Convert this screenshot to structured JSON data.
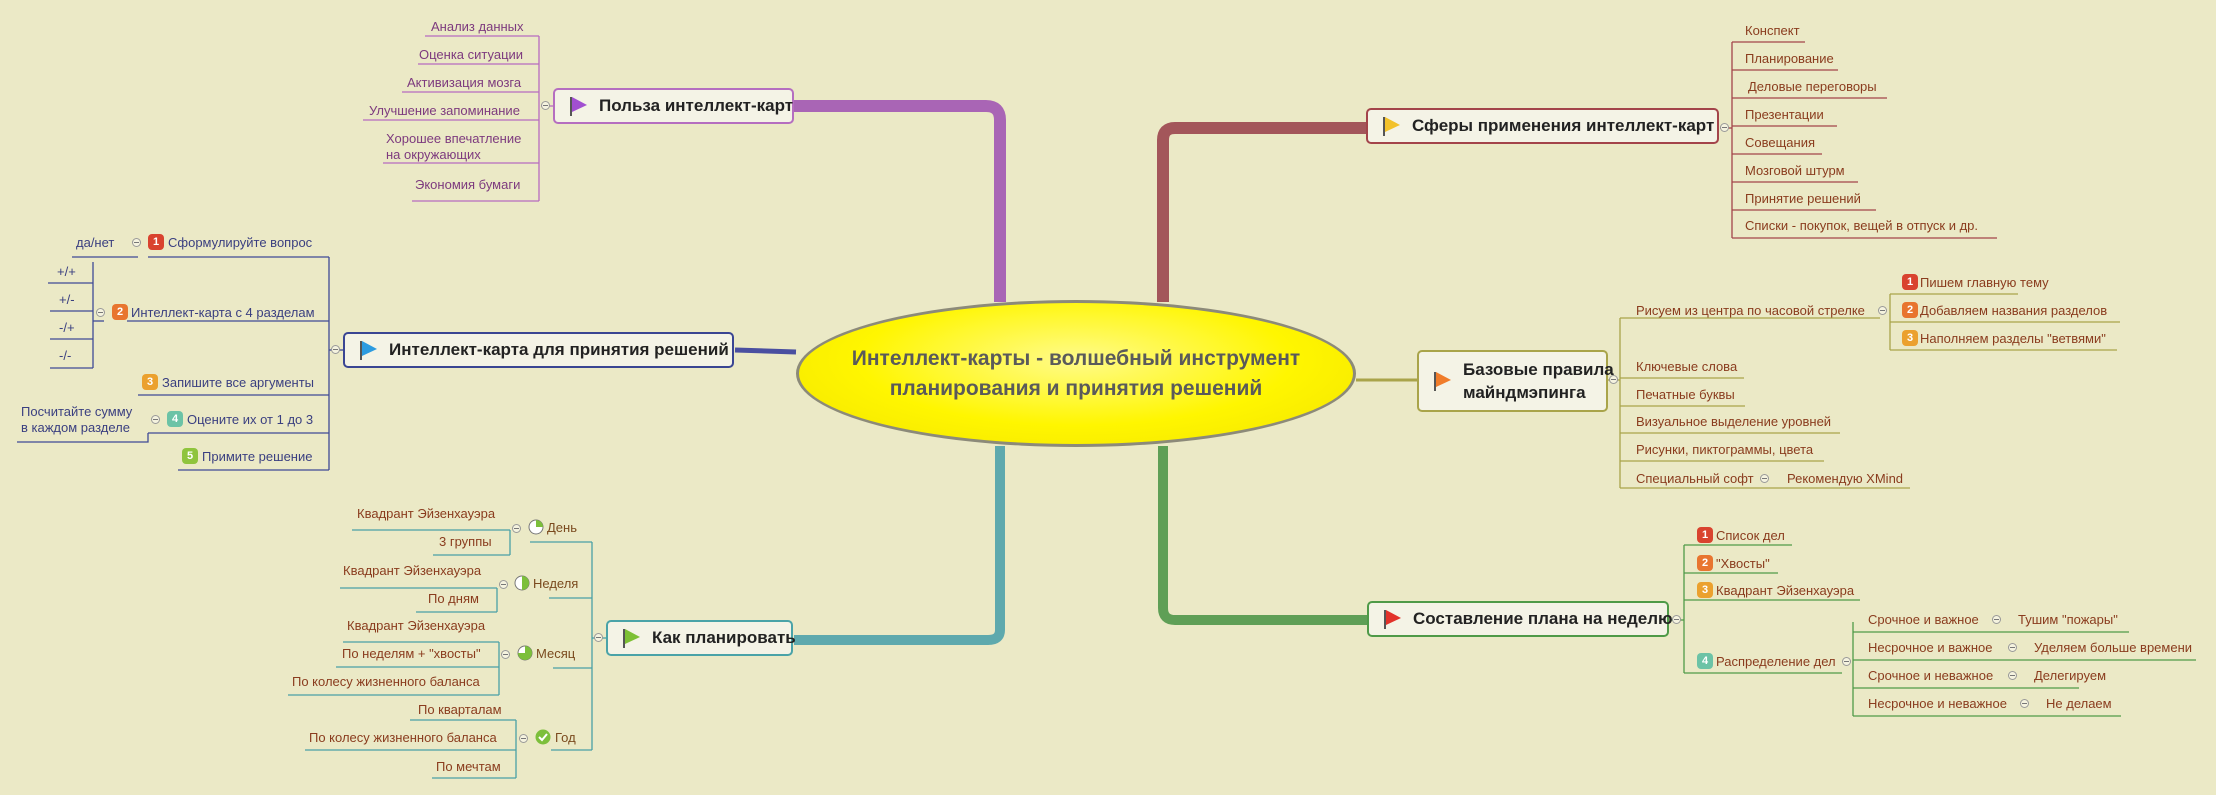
{
  "center": "Интеллект-карты - волшебный инструмент планирования и принятия решений",
  "benefits": {
    "title": "Польза интеллект-карт",
    "items": [
      "Анализ данных",
      "Оценка ситуации",
      "Активизация мозга",
      "Улучшение запоминание",
      "Хорошее впечатление",
      "на окружающих",
      "Экономия бумаги"
    ]
  },
  "decision": {
    "title": "Интеллект-карта для принятия решений",
    "q1": "Сформулируйте вопрос",
    "q1_left": "да/нет",
    "q2": "Интеллект-карта с 4 разделам",
    "q2_items": [
      "+/+",
      "+/-",
      "-/+",
      "-/-"
    ],
    "q3": "Запишите все аргументы",
    "q4": "Оцените их от 1 до 3",
    "q4_note": [
      "Посчитайте сумму",
      "в каждом разделе"
    ],
    "q5": "Примите решение",
    "numbers": [
      "1",
      "2",
      "3",
      "4",
      "5"
    ]
  },
  "plan": {
    "title": "Как планировать",
    "day": "День",
    "day_items": [
      "Квадрант Эйзенхауэра",
      "3 группы"
    ],
    "week": "Неделя",
    "week_items": [
      "Квадрант Эйзенхауэра",
      "По дням"
    ],
    "month": "Месяц",
    "month_items": [
      "Квадрант Эйзенхауэра",
      "По неделям + \"хвосты\"",
      "По колесу жизненного баланса"
    ],
    "year": "Год",
    "year_items": [
      "По кварталам",
      "По колесу жизненного баланса",
      "По мечтам"
    ]
  },
  "spheres": {
    "title": "Сферы применения интеллект-карт",
    "items": [
      "Конспект",
      "Планирование",
      "Деловые переговоры",
      "Презентации",
      "Совещания",
      "Мозговой штурм",
      "Принятие решений",
      "Списки - покупок, вещей в отпуск и др."
    ]
  },
  "rules": {
    "title_line1": "Базовые правила",
    "title_line2": "майндмэпинга",
    "clockwise": "Рисуем из центра по часовой стрелке",
    "steps": [
      "Пишем главную тему",
      "Добавляем названия разделов",
      "Наполняем разделы \"ветвями\""
    ],
    "items": [
      "Ключевые слова",
      "Печатные буквы",
      "Визуальное выделение уровней",
      "Рисунки, пиктограммы, цвета",
      "Специальный софт"
    ],
    "soft": "Рекомендую XMind"
  },
  "weekly": {
    "title": "Составление плана на неделю",
    "items": [
      "Список дел",
      "\"Хвосты\"",
      "Квадрант Эйзенхауэра",
      "Распределение дел"
    ],
    "quadrants": [
      {
        "label": "Срочное и важное",
        "action": "Тушим \"пожары\""
      },
      {
        "label": "Несрочное и важное",
        "action": "Уделяем больше времени"
      },
      {
        "label": "Срочное и неважное",
        "action": "Делегируем"
      },
      {
        "label": "Несрочное и неважное",
        "action": "Не делаем"
      }
    ]
  },
  "colors": {
    "background": "#ebe9c6",
    "benefits": "#a84fb4",
    "decision": "#38408e",
    "plan": "#4aa3a8",
    "spheres": "#a3444a",
    "rules": "#9da64b",
    "weekly": "#4f9a48"
  }
}
